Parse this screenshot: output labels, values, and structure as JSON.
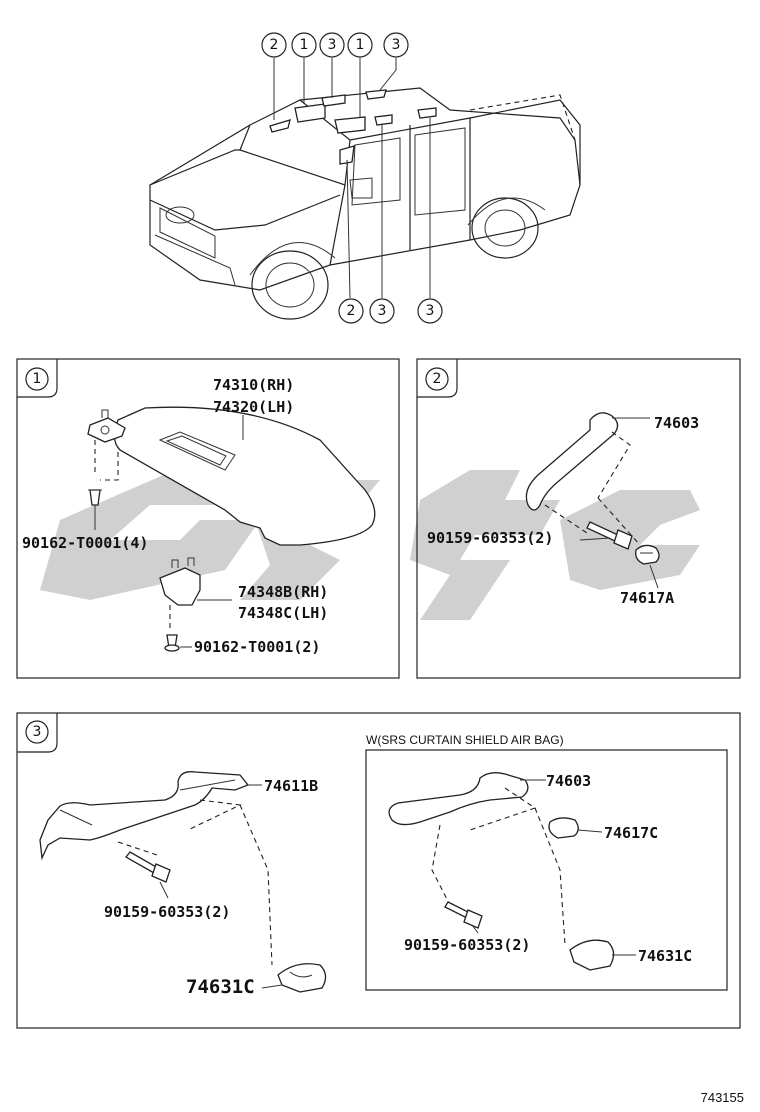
{
  "overview": {
    "callouts_top": [
      "2",
      "1",
      "3",
      "1",
      "3"
    ],
    "callouts_bottom": [
      "2",
      "3",
      "3"
    ]
  },
  "panel1": {
    "index": "1",
    "visor_rh": "74310(RH)",
    "visor_lh": "74320(LH)",
    "screw_a": "90162-T0001(4)",
    "holder_rh": "74348B(RH)",
    "holder_lh": "74348C(LH)",
    "screw_b": "90162-T0001(2)"
  },
  "panel2": {
    "index": "2",
    "grip": "74603",
    "bolt": "90159-60353(2)",
    "clip": "74617A"
  },
  "panel3": {
    "index": "3",
    "grip": "74611B",
    "bolt": "90159-60353(2)",
    "hook": "74631C",
    "sub_title": "W(SRS CURTAIN SHIELD AIR BAG)",
    "sub_grip": "74603",
    "sub_clip": "74617C",
    "sub_bolt": "90159-60353(2)",
    "sub_hook": "74631C"
  },
  "watermark": "GSG",
  "ref_number": "743155"
}
